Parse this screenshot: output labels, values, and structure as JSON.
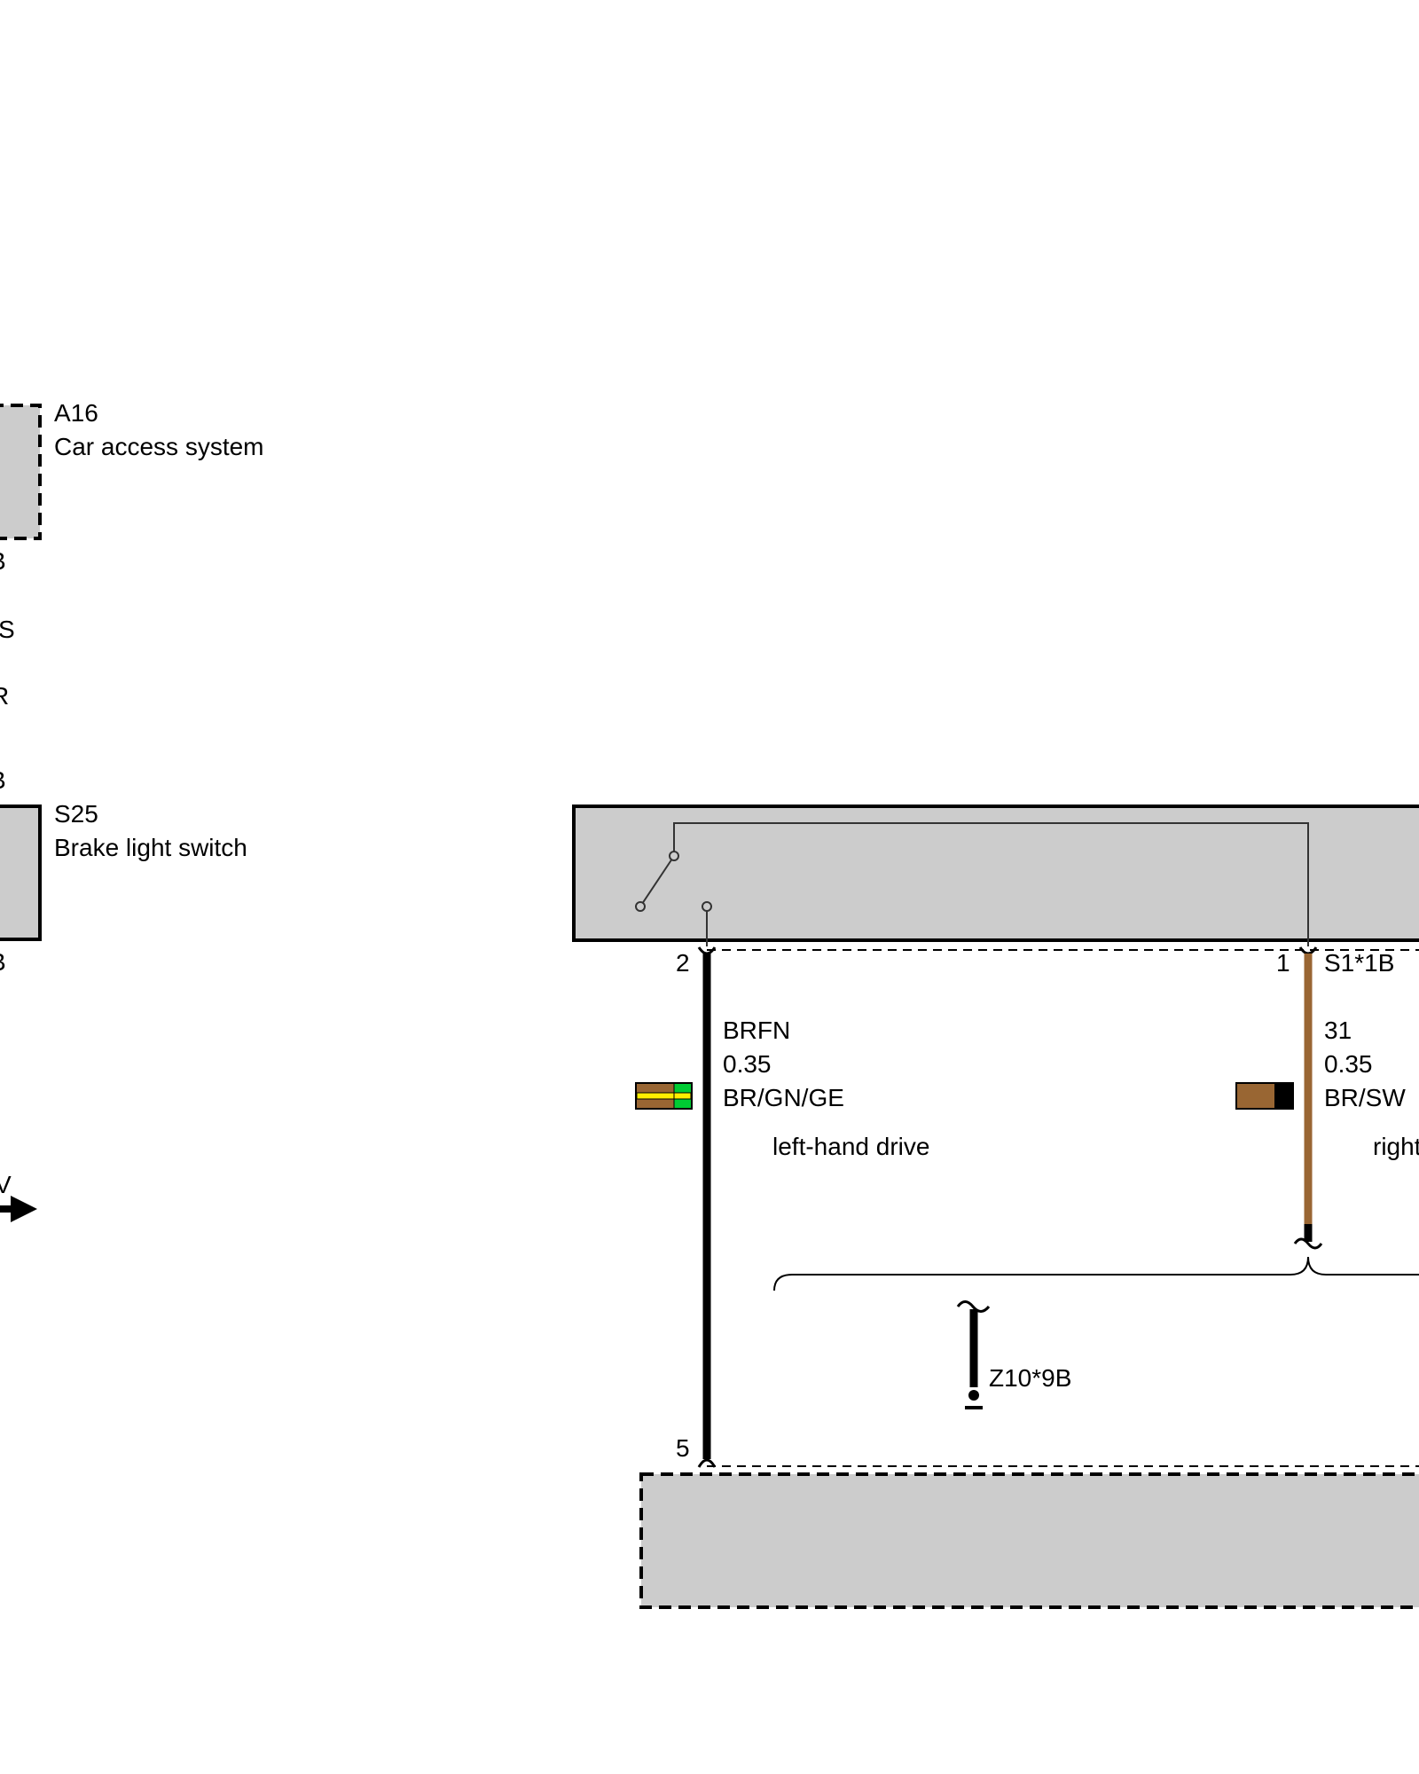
{
  "legend": {
    "a16": {
      "code": "A16",
      "name": "Car access system",
      "pin_fragment": "B"
    },
    "labels_fragments": {
      "s": "S",
      "r": "R",
      "b": "B"
    },
    "s25": {
      "code": "S25",
      "name": "Brake light switch",
      "pin_top_fragment": "B",
      "pin_bottom_fragment": "B"
    },
    "arrow_label_fragment": "V"
  },
  "diagram": {
    "wire_left": {
      "pin_top": "2",
      "pin_bottom": "5",
      "signal": "BRFN",
      "gauge": "0.35",
      "color_code": "BR/GN/GE",
      "variant": "left-hand drive",
      "colors": [
        "#996633",
        "#00cc33",
        "#ffee00"
      ]
    },
    "wire_right": {
      "pin_top": "1",
      "connector": "S1*1B",
      "signal": "31",
      "gauge": "0.35",
      "color_code": "BR/SW",
      "variant": "right",
      "colors": [
        "#996633",
        "#000000"
      ]
    },
    "ground": {
      "label": "Z10*9B"
    },
    "component_fill": "#cccccc"
  }
}
